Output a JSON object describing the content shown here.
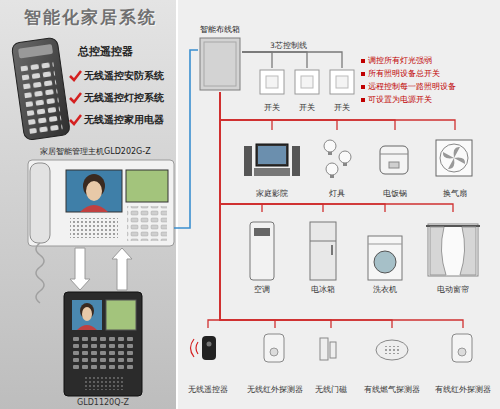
{
  "diagram": {
    "title": "智能化家居系统",
    "nodes": [
      {
        "text": [
          "总控遥控器"
        ]
      },
      {
        "text": [
          "家居智能管理主机GLD202G-Z"
        ]
      },
      {
        "text": [
          "GLD1120Q-Z"
        ]
      },
      {
        "text": [
          "智能布线箱"
        ]
      },
      {
        "text": [
          "开关"
        ]
      },
      {
        "text": [
          "开关"
        ]
      },
      {
        "text": [
          "开关"
        ]
      },
      {
        "text": [
          "家庭影院"
        ]
      },
      {
        "text": [
          "灯具"
        ]
      },
      {
        "text": [
          "电饭锅"
        ]
      },
      {
        "text": [
          "换气扇"
        ]
      },
      {
        "text": [
          "空调"
        ]
      },
      {
        "text": [
          "电冰箱"
        ]
      },
      {
        "text": [
          "洗衣机"
        ]
      },
      {
        "text": [
          "电动窗帘"
        ]
      },
      {
        "text": [
          "无线遥控器"
        ]
      },
      {
        "text": [
          "无线红外探测器"
        ]
      },
      {
        "text": [
          "无线门磁"
        ]
      },
      {
        "text": [
          "有线燃气探测器"
        ]
      },
      {
        "text": [
          "有线红外探测器"
        ]
      }
    ],
    "edges": [
      {
        "from": 1,
        "to": 2,
        "arrow": "to"
      },
      {
        "from": 2,
        "to": 1,
        "arrow": "to"
      },
      {
        "from": 1,
        "to": 3,
        "arrow": "none"
      },
      {
        "from": 3,
        "to": 4,
        "arrow": "none"
      },
      {
        "from": 3,
        "to": 5,
        "arrow": "none"
      },
      {
        "from": 3,
        "to": 6,
        "arrow": "none"
      },
      {
        "from": 3,
        "to": 7,
        "arrow": "none"
      },
      {
        "from": 3,
        "to": 8,
        "arrow": "none"
      },
      {
        "from": 3,
        "to": 9,
        "arrow": "none"
      },
      {
        "from": 3,
        "to": 10,
        "arrow": "none"
      },
      {
        "from": 3,
        "to": 11,
        "arrow": "none"
      },
      {
        "from": 3,
        "to": 12,
        "arrow": "none"
      },
      {
        "from": 3,
        "to": 13,
        "arrow": "none"
      },
      {
        "from": 3,
        "to": 14,
        "arrow": "none"
      },
      {
        "from": 3,
        "to": 15,
        "arrow": "none"
      },
      {
        "from": 3,
        "to": 16,
        "arrow": "none"
      },
      {
        "from": 3,
        "to": 17,
        "arrow": "none"
      },
      {
        "from": 3,
        "to": 18,
        "arrow": "none"
      },
      {
        "from": 3,
        "to": 19,
        "arrow": "none"
      }
    ],
    "labels": [
      "无线遥控安防系统",
      "无线遥控灯控系统",
      "无线遥控家用电器",
      "3芯控制线",
      "调控所有灯光强弱",
      "所有照明设备总开关",
      "远程控制每一路照明设备",
      "可设置为电源开关"
    ]
  }
}
